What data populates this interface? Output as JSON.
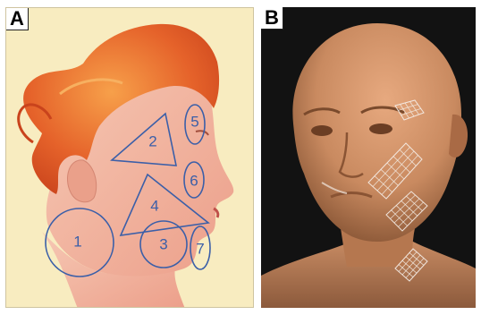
{
  "panels": {
    "a": {
      "letter": "A"
    },
    "b": {
      "letter": "B"
    }
  },
  "regions": [
    {
      "id": "1",
      "shape": "circle"
    },
    {
      "id": "2",
      "shape": "triangle"
    },
    {
      "id": "3",
      "shape": "circle"
    },
    {
      "id": "4",
      "shape": "triangle"
    },
    {
      "id": "5",
      "shape": "ellipse"
    },
    {
      "id": "6",
      "shape": "ellipse"
    },
    {
      "id": "7",
      "shape": "ellipse"
    }
  ],
  "colors": {
    "panel_a_background": "#f8ecc0",
    "region_outline": "#3b5fa8",
    "hair": "#e5622a",
    "skin_illustration": "#f2b7a2",
    "panel_b_background": "#121212",
    "skin_render": "#c98a60",
    "grid_patch": "#f3ece4"
  },
  "grid_patches": [
    "temple",
    "cheek-upper",
    "cheek-lower",
    "neck"
  ]
}
